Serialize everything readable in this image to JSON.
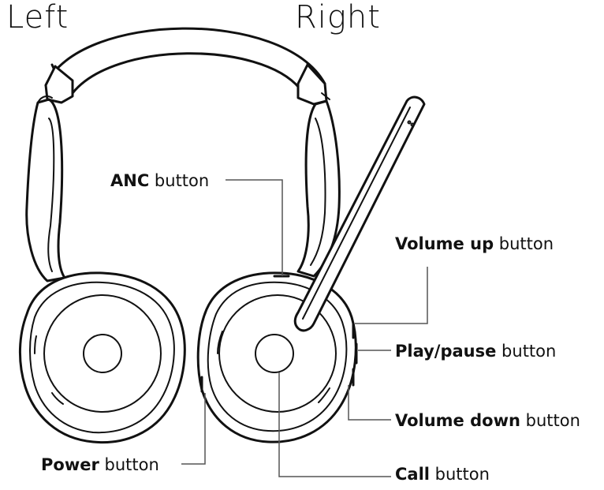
{
  "sides": {
    "left": "Left",
    "right": "Right"
  },
  "callouts": {
    "anc": {
      "bold": "ANC",
      "rest": " button"
    },
    "volume_up": {
      "bold": "Volume up",
      "rest": " button"
    },
    "play_pause": {
      "bold": "Play/pause",
      "rest": " button"
    },
    "volume_down": {
      "bold": "Volume down",
      "rest": " button"
    },
    "power": {
      "bold": "Power",
      "rest": " button"
    },
    "call": {
      "bold": "Call",
      "rest": " button"
    }
  },
  "colors": {
    "line": "#111111",
    "leader": "#555555",
    "background": "#ffffff"
  }
}
